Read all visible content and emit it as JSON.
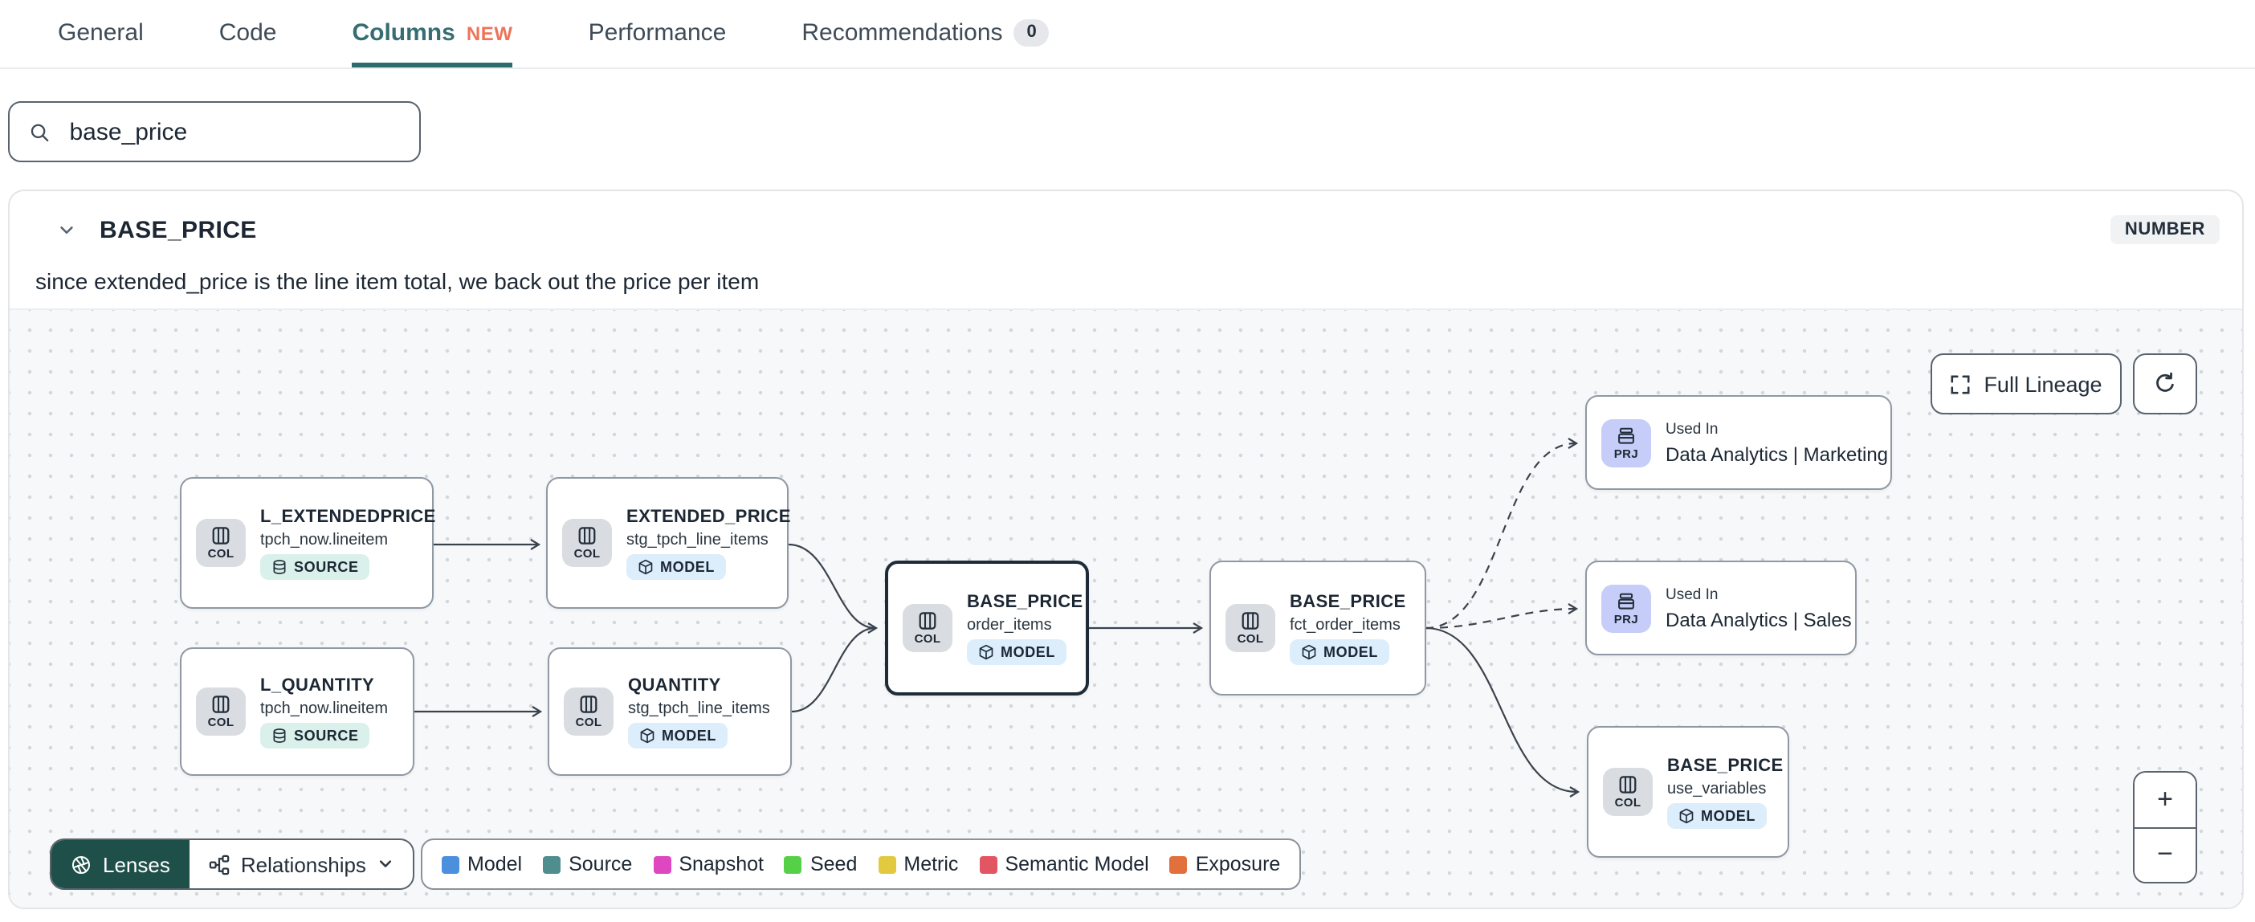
{
  "tabs": [
    {
      "label": "General"
    },
    {
      "label": "Code"
    },
    {
      "label": "Columns",
      "badge": "NEW"
    },
    {
      "label": "Performance"
    },
    {
      "label": "Recommendations",
      "count": "0"
    }
  ],
  "search": {
    "value": "base_price"
  },
  "column_panel": {
    "title": "BASE_PRICE",
    "data_type": "NUMBER",
    "description": "since extended_price is the line item total, we back out the price per item"
  },
  "lineage": {
    "full_lineage_label": "Full Lineage",
    "nodes": [
      {
        "kind": "COL",
        "title": "L_EXTENDEDPRICE",
        "subtitle": "tpch_now.lineitem",
        "badge": "SOURCE"
      },
      {
        "kind": "COL",
        "title": "L_QUANTITY",
        "subtitle": "tpch_now.lineitem",
        "badge": "SOURCE"
      },
      {
        "kind": "COL",
        "title": "EXTENDED_PRICE",
        "subtitle": "stg_tpch_line_items",
        "badge": "MODEL"
      },
      {
        "kind": "COL",
        "title": "QUANTITY",
        "subtitle": "stg_tpch_line_items",
        "badge": "MODEL"
      },
      {
        "kind": "COL",
        "title": "BASE_PRICE",
        "subtitle": "order_items",
        "badge": "MODEL"
      },
      {
        "kind": "COL",
        "title": "BASE_PRICE",
        "subtitle": "fct_order_items",
        "badge": "MODEL"
      },
      {
        "kind": "PRJ",
        "label": "Used In",
        "title": "Data Analytics | Marketing"
      },
      {
        "kind": "PRJ",
        "label": "Used In",
        "title": "Data Analytics | Sales"
      },
      {
        "kind": "COL",
        "title": "BASE_PRICE",
        "subtitle": "use_variables",
        "badge": "MODEL"
      }
    ],
    "toolbar": {
      "lenses": "Lenses",
      "relationships": "Relationships"
    },
    "legend": [
      {
        "label": "Model",
        "color": "#4a90dd"
      },
      {
        "label": "Source",
        "color": "#4f8d8e"
      },
      {
        "label": "Snapshot",
        "color": "#de47c0"
      },
      {
        "label": "Seed",
        "color": "#56d147"
      },
      {
        "label": "Metric",
        "color": "#e3c93f"
      },
      {
        "label": "Semantic Model",
        "color": "#e25563"
      },
      {
        "label": "Exposure",
        "color": "#e2703d"
      }
    ],
    "zoom_in": "+",
    "zoom_out": "−"
  }
}
